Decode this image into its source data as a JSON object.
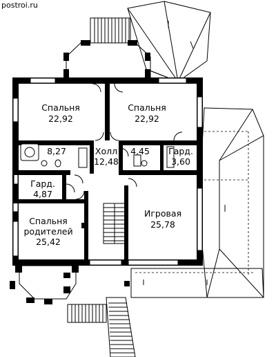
{
  "site": {
    "watermark": "postroi.ru"
  },
  "rooms": [
    {
      "id": "bedroom-1",
      "name": "Спальня",
      "area": "22,92"
    },
    {
      "id": "bedroom-2",
      "name": "Спальня",
      "area": "22,92"
    },
    {
      "id": "bathroom-1",
      "name": "",
      "area": "8,27"
    },
    {
      "id": "hall",
      "name": "Холл",
      "area": "12,48"
    },
    {
      "id": "bathroom-2",
      "name": "",
      "area": "4,45"
    },
    {
      "id": "wardrobe-1",
      "name": "Гард.",
      "area": "3,60"
    },
    {
      "id": "wardrobe-2",
      "name": "Гард.",
      "area": "4,87"
    },
    {
      "id": "master-bedroom",
      "name": "Спальня родителей",
      "name_line1": "Спальня",
      "name_line2": "родителей",
      "area": "25,42"
    },
    {
      "id": "playroom",
      "name": "Игровая",
      "area": "25,78"
    }
  ]
}
